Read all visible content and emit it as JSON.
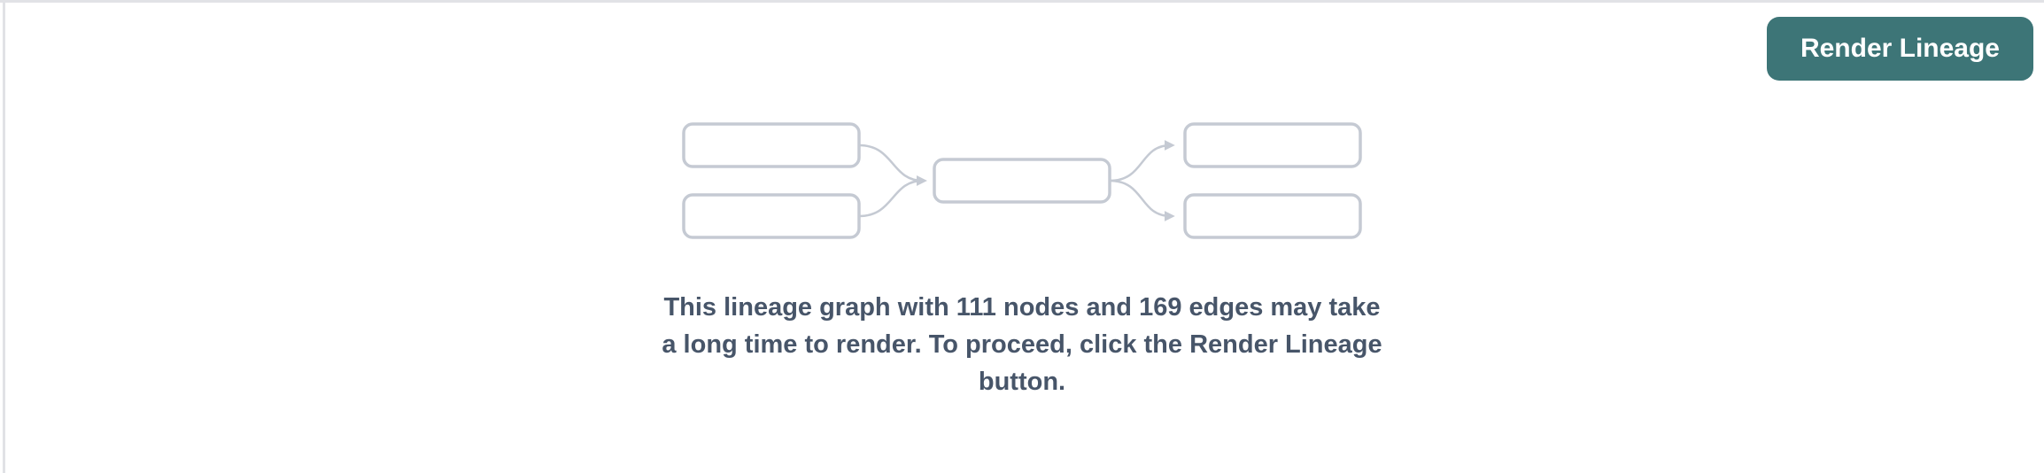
{
  "colors": {
    "accent-teal": "#3d7577",
    "message-text": "#475569",
    "node-border": "#c5cad3",
    "panel-border": "#e1e2e6",
    "bg": "#ffffff"
  },
  "header": {
    "render_lineage_button": "Render Lineage"
  },
  "message": {
    "node_count": "111",
    "edge_count": "169",
    "lines": [
      "This lineage graph with 111 nodes and 169 edges may take",
      "a long time to render. To proceed, click the Render Lineage",
      "button."
    ]
  },
  "diagram": {
    "icon": "lineage-graph-placeholder",
    "nodes": 5,
    "edges": 4
  }
}
